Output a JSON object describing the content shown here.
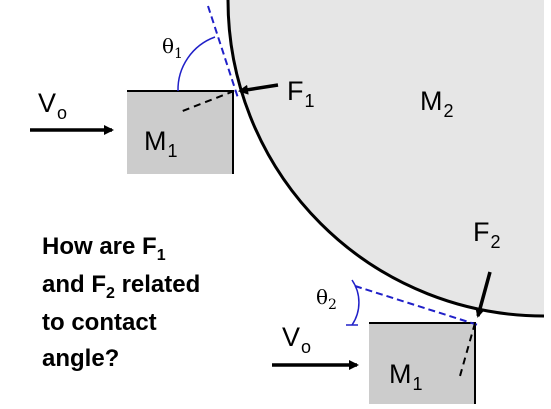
{
  "diagram": {
    "colors": {
      "body_fill": "#e6e6e6",
      "block_fill": "#cccccc",
      "outline": "#000000",
      "tangent": "#2020c8"
    },
    "labels": {
      "velocity_top": {
        "main": "V",
        "sub": "o"
      },
      "velocity_bottom": {
        "main": "V",
        "sub": "o"
      },
      "block_top": {
        "main": "M",
        "sub": "1"
      },
      "block_bottom": {
        "main": "M",
        "sub": "1"
      },
      "body": {
        "main": "M",
        "sub": "2"
      },
      "force_top": {
        "main": "F",
        "sub": "1"
      },
      "force_bottom": {
        "main": "F",
        "sub": "2"
      },
      "angle_top": {
        "main": "θ",
        "sub": "1"
      },
      "angle_bottom": {
        "main": "θ",
        "sub": "2"
      }
    },
    "question": {
      "line1_text": "How are F",
      "line1_sub": "1",
      "line2_pre": "and F",
      "line2_sub": "2",
      "line2_post": " related",
      "line3": "to contact",
      "line4": "angle?"
    }
  }
}
